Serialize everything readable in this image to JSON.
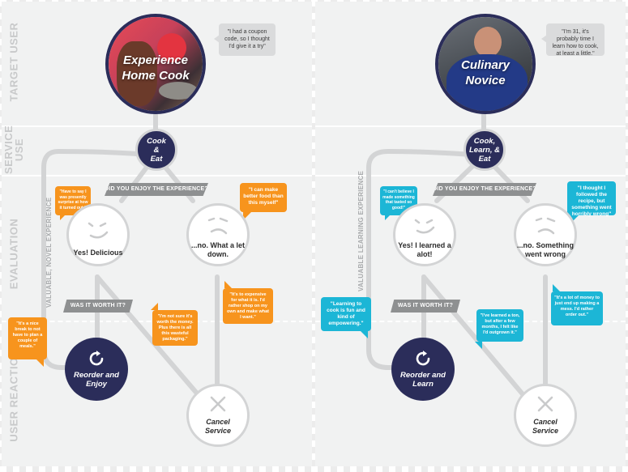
{
  "rows": {
    "target_user": "TARGET USER",
    "service_use": "SERVICE USE",
    "evaluation": "EVALUATION",
    "user_reaction": "USER REACTION"
  },
  "colors": {
    "navy": "#2b2d5a",
    "orange": "#f7941d",
    "cyan": "#1cb6d6",
    "track": "#d3d4d5",
    "banner": "#8e9091"
  },
  "left": {
    "persona": "Experience Home Cook",
    "persona_line1": "Experience",
    "persona_line2": "Home Cook",
    "quote": "\"I had a coupon code, so I thought I'd give it a try\"",
    "service_node": {
      "line1": "Cook",
      "line2": "&",
      "line3": "Eat"
    },
    "question1": "DID YOU ENJOY THE EXPERIENCE?",
    "question2": "WAS IT WORTH IT?",
    "side_label": "VALUABLE, NOVEL EXPERIENCE",
    "positive": {
      "line1": "Yes! Delicious",
      "line2": ""
    },
    "negative": {
      "line1": "...no. What a let",
      "line2": "down."
    },
    "reorder": {
      "line1": "Reorder and",
      "line2": "Enjoy"
    },
    "cancel": {
      "line1": "Cancel",
      "line2": "Service"
    },
    "bubbles": {
      "positive_eval": "\"Have to say I was presently surprise at how it turned out.\"",
      "negative_eval": "\"I can make better food than this myself\"",
      "reorder_reason": "\"It's a nice break to not have to plan a couple of meals.\"",
      "cancel_unsure": "\"I'm not sure it's worth the money. Plus there is all this wasteful packaging.\"",
      "cancel_expensive": "\"It's to expensive for what it is. I'd rather shop on my own and make what I want.\""
    }
  },
  "right": {
    "persona": "Culinary Novice",
    "persona_line1": "Culinary",
    "persona_line2": "Novice",
    "quote": "\"I'm 31, it's probably time I learn how to cook, at least a little.\"",
    "service_node": {
      "line1": "Cook,",
      "line2": "Learn, &",
      "line3": "Eat"
    },
    "question1": "DID YOU ENJOY THE EXPERIENCE?",
    "question2": "WAS IT WORTH IT?",
    "side_label": "VALUABLE LEARNING EXPERIENCE",
    "positive": {
      "line1": "Yes! I learned a",
      "line2": "alot!"
    },
    "negative": {
      "line1": "...no. Something",
      "line2": "went wrong"
    },
    "reorder": {
      "line1": "Reorder and",
      "line2": "Learn"
    },
    "cancel": {
      "line1": "Cancel",
      "line2": "Service"
    },
    "bubbles": {
      "positive_eval": "\"I can't believe I made something that tasted so good!\"",
      "negative_eval": "\"I thought I followed the recipe, but something went horribly wrong\"",
      "reorder_reason": "\"Learning to cook is fun and kind of empowering.\"",
      "cancel_outgrown": "\"I've learned a ton, but after a few months, I felt like I'd outgrown it.\"",
      "cancel_mess": "\"It's a lot of money to just end up making a mess. I'd rather order out.\""
    }
  }
}
